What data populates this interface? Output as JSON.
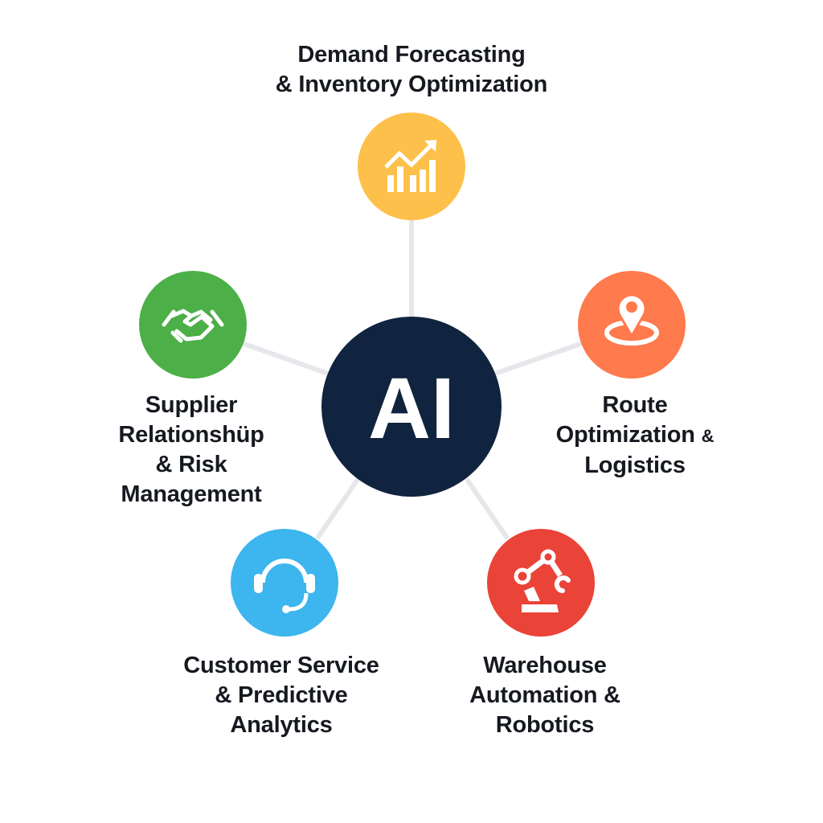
{
  "diagram": {
    "type": "hub-and-spoke",
    "connector_color": "#e5e7eb",
    "hub": {
      "label": "AI",
      "color": "#10233f",
      "text_color": "#ffffff"
    },
    "nodes": [
      {
        "id": "demand-forecasting",
        "icon": "trending-bar-chart-icon",
        "color": "#fdc04a",
        "label_lines": [
          "Demand Forecasting",
          "& Inventory Optimization"
        ]
      },
      {
        "id": "route-optimization",
        "icon": "map-pin-icon",
        "color": "#ff7a4c",
        "label_lines": [
          "Route",
          "Optimization",
          "&",
          "Logistics"
        ]
      },
      {
        "id": "warehouse-automation",
        "icon": "robot-arm-icon",
        "color": "#ea4337",
        "label_lines": [
          "Warehouse",
          "Automation &",
          "Robotics"
        ]
      },
      {
        "id": "customer-service",
        "icon": "headset-icon",
        "color": "#3db5ee",
        "label_lines": [
          "Customer Service",
          "& Predictive",
          "Analytics"
        ]
      },
      {
        "id": "supplier-relationship",
        "icon": "handshake-icon",
        "color": "#4caf47",
        "label_lines": [
          "Supplier",
          "Relationshüp",
          "& Risk",
          "Management"
        ]
      }
    ]
  }
}
